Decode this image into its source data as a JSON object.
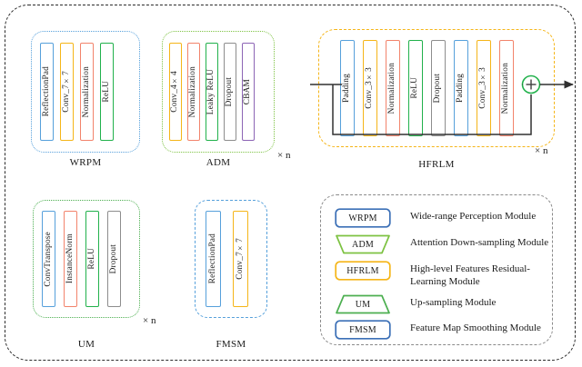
{
  "figure": {
    "title": "Network module architecture diagram",
    "repeat_marker": "× n"
  },
  "colors": {
    "blue": "#56a0db",
    "amber": "#f5b518",
    "salmon": "#f2836b",
    "green": "#21b14b",
    "grey": "#8d8d8d",
    "purple": "#8c64b5",
    "light_green": "#7dc242",
    "outer_border": "#2b2b2b"
  },
  "modules": {
    "wrpm": {
      "caption": "WRPM",
      "border_style": "blue-dotted",
      "repeat": "",
      "layers": [
        {
          "label": "ReflectionPad",
          "color": "blue"
        },
        {
          "label": "Conv_7×7",
          "color": "amber"
        },
        {
          "label": "Normalization",
          "color": "salmon"
        },
        {
          "label": "ReLU",
          "color": "green"
        }
      ]
    },
    "adm": {
      "caption": "ADM",
      "border_style": "green-dotted",
      "repeat": "× n",
      "layers": [
        {
          "label": "Conv_4×4",
          "color": "amber"
        },
        {
          "label": "Normalization",
          "color": "salmon"
        },
        {
          "label": "Leaky ReLU",
          "color": "green"
        },
        {
          "label": "Dropout",
          "color": "grey"
        },
        {
          "label": "CBAM",
          "color": "purple"
        }
      ]
    },
    "hfrlm": {
      "caption": "HFRLM",
      "border_style": "amber-dashed",
      "repeat": "× n",
      "residual_op": "+",
      "layers": [
        {
          "label": "Padding",
          "color": "blue"
        },
        {
          "label": "Conv_3×3",
          "color": "amber"
        },
        {
          "label": "Normalization",
          "color": "salmon"
        },
        {
          "label": "ReLU",
          "color": "green"
        },
        {
          "label": "Dropout",
          "color": "grey"
        },
        {
          "label": "Padding",
          "color": "blue"
        },
        {
          "label": "Conv_3×3",
          "color": "amber"
        },
        {
          "label": "Normalization",
          "color": "salmon"
        }
      ]
    },
    "um": {
      "caption": "UM",
      "border_style": "green-dotted",
      "repeat": "× n",
      "layers": [
        {
          "label": "ConvTranspose",
          "color": "blue"
        },
        {
          "label": "InstanceNorm",
          "color": "salmon"
        },
        {
          "label": "ReLU",
          "color": "green"
        },
        {
          "label": "Dropout",
          "color": "grey"
        }
      ]
    },
    "fmsm": {
      "caption": "FMSM",
      "border_style": "blue-dashed",
      "repeat": "",
      "layers": [
        {
          "label": "ReflectionPad",
          "color": "blue"
        },
        {
          "label": "Conv_7×7",
          "color": "amber"
        }
      ]
    }
  },
  "legend": {
    "items": [
      {
        "abbr": "WRPM",
        "shape": "rect",
        "color": "#3b6fb6",
        "description": "Wide-range Perception Module"
      },
      {
        "abbr": "ADM",
        "shape": "trap-down",
        "color": "#7dc242",
        "description": "Attention Down-sampling Module"
      },
      {
        "abbr": "HFRLM",
        "shape": "rect",
        "color": "#f5b518",
        "description": "High-level Features Residual-\nLearning Module"
      },
      {
        "abbr": "UM",
        "shape": "trap-up",
        "color": "#4caf50",
        "description": "Up-sampling Module"
      },
      {
        "abbr": "FMSM",
        "shape": "rect",
        "color": "#3b6fb6",
        "description": "Feature Map Smoothing Module"
      }
    ]
  }
}
